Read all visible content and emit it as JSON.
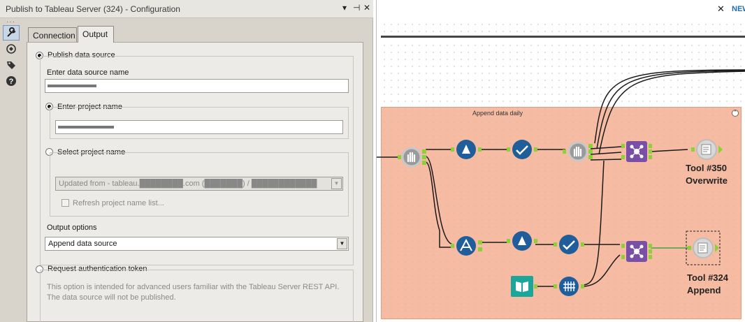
{
  "window": {
    "title": "Publish to Tableau Server (324) - Configuration",
    "controls": [
      "▾",
      "⊣",
      "✕"
    ]
  },
  "side_rail": {
    "icons": [
      "wrench-icon",
      "target-icon",
      "tag-icon",
      "help-icon"
    ]
  },
  "tabs": [
    {
      "label": "Connection",
      "active": false
    },
    {
      "label": "Output",
      "active": true
    }
  ],
  "form": {
    "publish_data_source": {
      "label": "Publish data source",
      "selected": true
    },
    "data_source_name": {
      "label": "Enter data source name",
      "value": ""
    },
    "enter_project_name": {
      "label": "Enter project name",
      "selected": true,
      "value": ""
    },
    "select_project_name": {
      "label": "Select project name",
      "selected": false
    },
    "project_combo": {
      "value": "Updated from - tableau.████████.com (███████) / ████████████"
    },
    "refresh_project": {
      "label": "Refresh project name list..."
    },
    "output_options": {
      "label": "Output options",
      "value": "Append data source"
    },
    "request_token": {
      "label": "Request authentication token",
      "selected": false
    },
    "token_help": "This option is intended for advanced users familiar with the Tableau Server REST API. The data source will not be published."
  },
  "canvas": {
    "close_label": "✕",
    "new_label": "NEW",
    "container_caption": "Append data daily",
    "collapse_symbol": "⌃",
    "tool_labels": [
      {
        "line1": "Tool #350",
        "line2": "Overwrite"
      },
      {
        "line1": "Tool #324",
        "line2": "Append"
      }
    ]
  },
  "colors": {
    "panel_bg": "#d8d4cb",
    "container_fill": "#f3a989",
    "tool_blue": "#1f5e9a",
    "tool_purple": "#7a50a6",
    "tool_gray": "#9a9a9a",
    "anchor_green": "#8ed03a",
    "tool_teal": "#1aa79a"
  }
}
